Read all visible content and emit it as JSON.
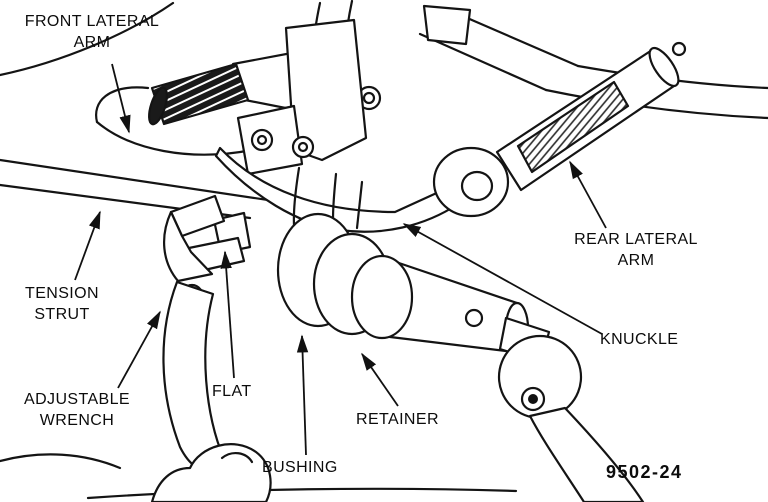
{
  "figure": {
    "number": "9502-24"
  },
  "colors": {
    "ink": "#141414",
    "paper": "#ffffff"
  },
  "labels": {
    "front_lateral_arm": {
      "line1": "FRONT LATERAL",
      "line2": "ARM"
    },
    "tension_strut": {
      "line1": "TENSION",
      "line2": "STRUT"
    },
    "adjustable_wrench": {
      "line1": "ADJUSTABLE",
      "line2": "WRENCH"
    },
    "flat": {
      "text": "FLAT"
    },
    "bushing": {
      "text": "BUSHING"
    },
    "retainer": {
      "text": "RETAINER"
    },
    "knuckle": {
      "text": "KNUCKLE"
    },
    "rear_lateral_arm": {
      "line1": "REAR LATERAL",
      "line2": "ARM"
    }
  }
}
